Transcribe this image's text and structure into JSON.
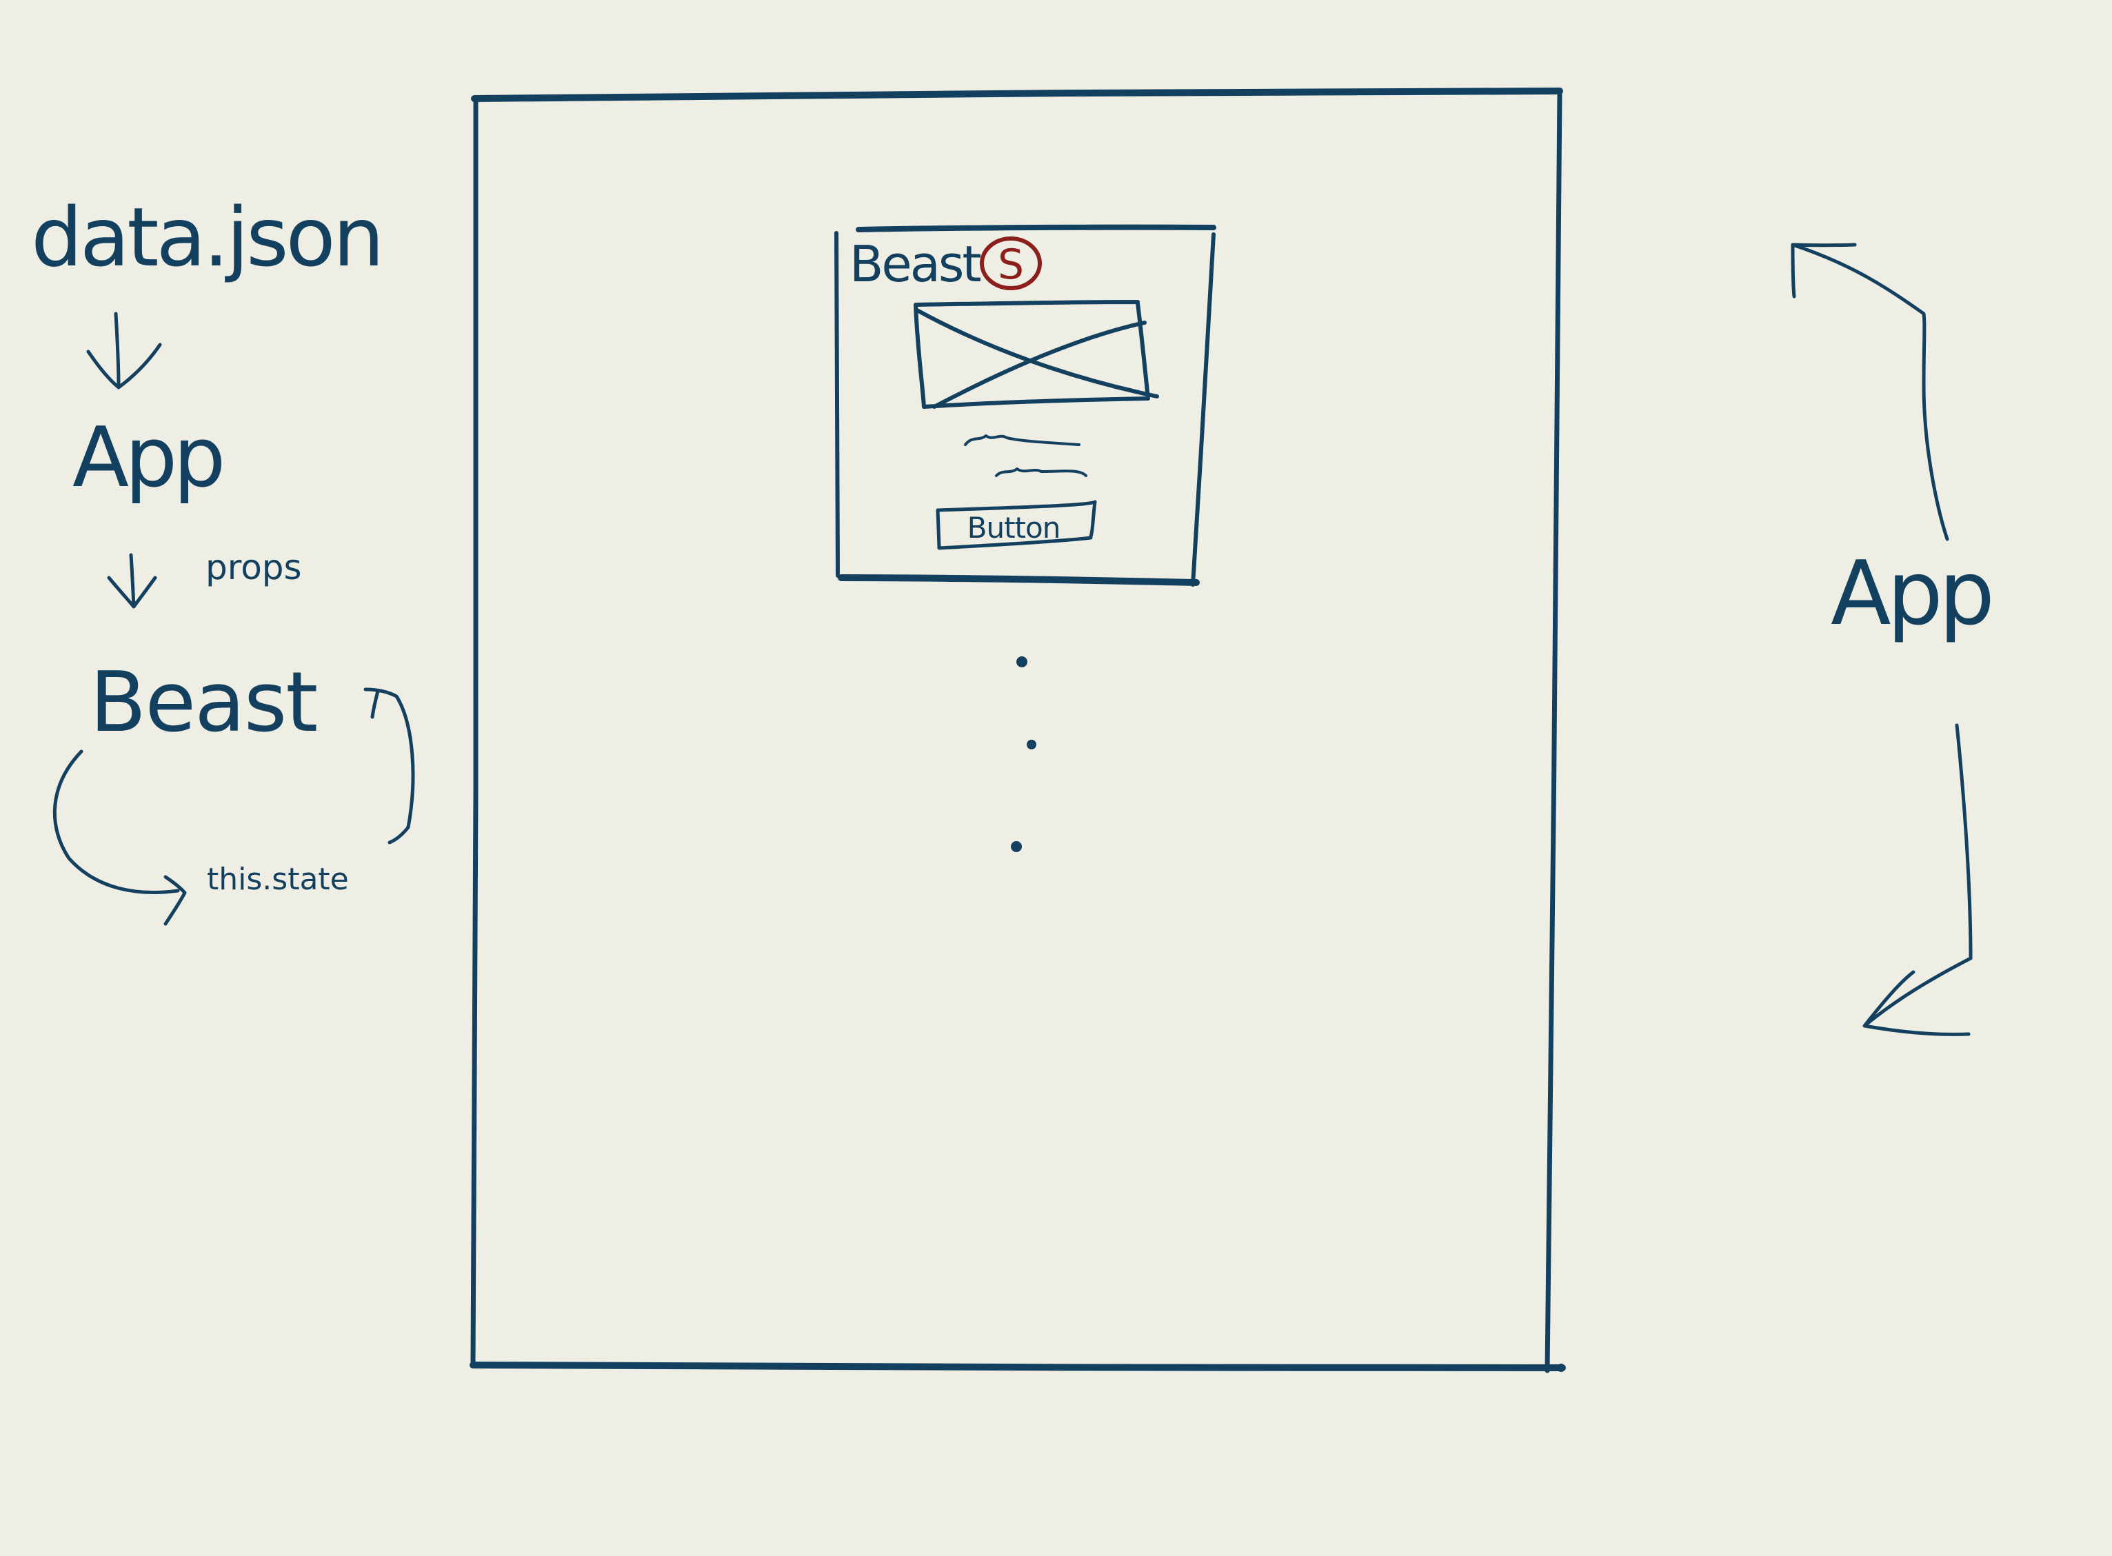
{
  "flow": {
    "data_label": "data.json",
    "app_label": "App",
    "props_label": "props",
    "beast_label": "Beast",
    "state_label": "this.state"
  },
  "card": {
    "title": "Beast",
    "badge": "S",
    "button_label": "Button"
  },
  "side": {
    "app_label": "App"
  },
  "colors": {
    "ink": "#14405f",
    "accent": "#8a1f1c",
    "paper": "#eeeee4"
  }
}
